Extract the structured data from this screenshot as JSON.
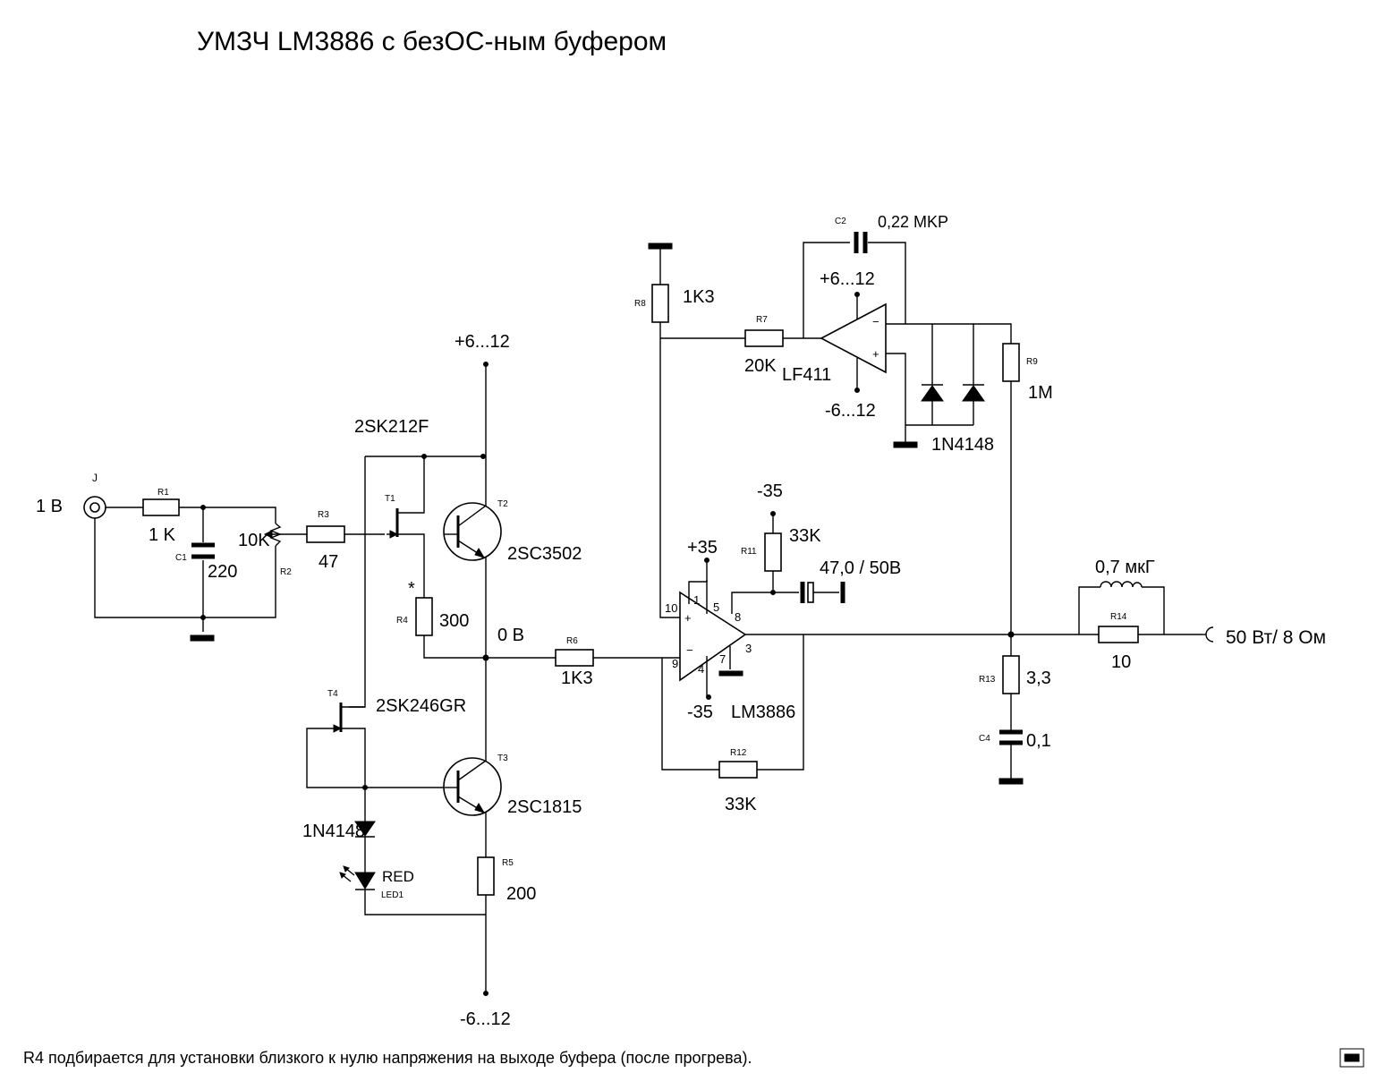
{
  "title": "УМЗЧ LM3886 с безОС-ным буфером",
  "note": "R4 подбирается для установки близкого к нулю  напряжения  на выходе  буфера  (после прогрева).",
  "input": {
    "connector": "J",
    "level": "1 В"
  },
  "output": {
    "label": "50 Вт/ 8 Ом"
  },
  "rails": {
    "buf_pos": "+6...12",
    "buf_neg": "-6...12",
    "op_pos": "+6...12",
    "op_neg": "-6...12",
    "amp_pos": "+35",
    "amp_neg": "-35",
    "mute_neg": "-35",
    "mid": "0 В"
  },
  "components": {
    "R1": {
      "ref": "R1",
      "value": "1 K"
    },
    "C1": {
      "ref": "C1",
      "value": "220"
    },
    "R2": {
      "ref": "R2",
      "value": "10K"
    },
    "R3": {
      "ref": "R3",
      "value": "47"
    },
    "T1": {
      "ref": "T1",
      "value": "2SK212F"
    },
    "T2": {
      "ref": "T2",
      "value": "2SC3502"
    },
    "R4": {
      "ref": "R4",
      "value": "300",
      "mark": "*"
    },
    "T4": {
      "ref": "T4",
      "value": "2SK246GR"
    },
    "D_buf": {
      "value": "1N4148"
    },
    "LED1": {
      "ref": "LED1",
      "value": "RED"
    },
    "T3": {
      "ref": "T3",
      "value": "2SC1815"
    },
    "R5": {
      "ref": "R5",
      "value": "200"
    },
    "R6": {
      "ref": "R6",
      "value": "1K3"
    },
    "R8": {
      "ref": "R8",
      "value": "1K3"
    },
    "R7": {
      "ref": "R7",
      "value": "20K"
    },
    "U_op": {
      "value": "LF411"
    },
    "C2": {
      "ref": "C2",
      "value": "0,22 MKP"
    },
    "D_servo": {
      "value": "1N4148"
    },
    "R9": {
      "ref": "R9",
      "value": "1M"
    },
    "U_amp": {
      "value": "LM3886"
    },
    "R11": {
      "ref": "R11",
      "value": "33K"
    },
    "C_mute": {
      "value": "47,0 / 50B"
    },
    "R12": {
      "ref": "R12",
      "value": "33K"
    },
    "L1": {
      "value": "0,7 мкГ"
    },
    "R14": {
      "ref": "R14",
      "value": "10"
    },
    "R13": {
      "ref": "R13",
      "value": "3,3"
    },
    "C4": {
      "ref": "C4",
      "value": "0,1"
    }
  },
  "amp_pins": [
    "10",
    "1",
    "5",
    "8",
    "3",
    "9",
    "4",
    "7",
    "+",
    "−"
  ],
  "op_pins": [
    "−",
    "+"
  ]
}
